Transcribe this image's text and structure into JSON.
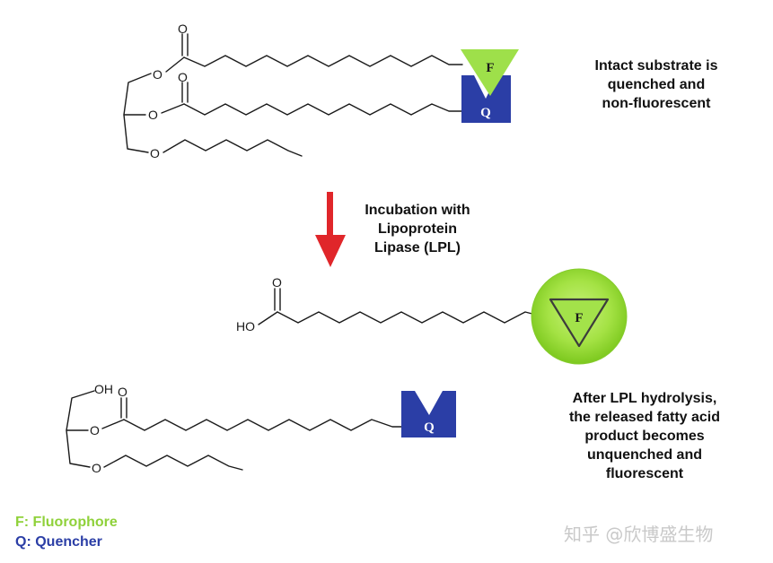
{
  "captions": {
    "intact": [
      "Intact substrate is",
      "quenched and",
      "non-fluorescent"
    ],
    "incubation": [
      "Incubation with",
      "Lipoprotein",
      "Lipase (LPL)"
    ],
    "after": [
      "After LPL hydrolysis,",
      "the released fatty acid",
      "product becomes",
      "unquenched and",
      "fluorescent"
    ]
  },
  "atoms": {
    "oxygen": "O",
    "hydroxyl_right": "OH",
    "hydroxyl_left": "HO"
  },
  "markers": {
    "fluorophore_letter": "F",
    "quencher_letter": "Q"
  },
  "legend": {
    "fluorophore": "F: Fluorophore",
    "quencher": "Q: Quencher"
  },
  "watermark": "知乎 @欣博盛生物",
  "colors": {
    "fluorophore": "#9ee04a",
    "fluorophore_glow": "#7ccf1f",
    "quencher": "#2b3ea6",
    "arrow": "#e0262a",
    "legend_fluorophore": "#8fd13a",
    "legend_quencher": "#2b3ea6"
  }
}
